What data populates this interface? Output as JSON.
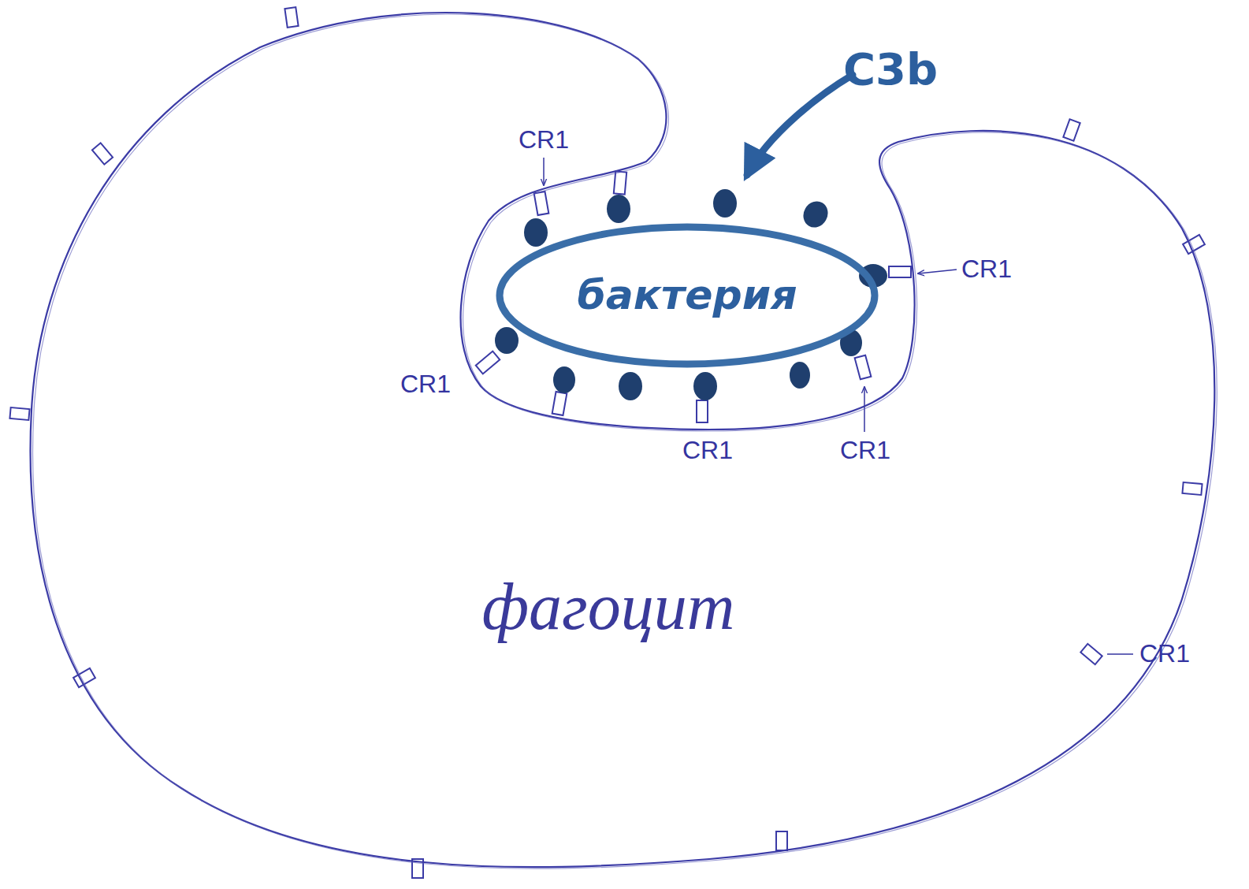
{
  "diagram": {
    "nodes": [
      {
        "text": [
          "фагоцит"
        ]
      },
      {
        "text": [
          "бактерия"
        ]
      }
    ],
    "labels": [
      "C3b",
      "CR1",
      "CR1",
      "CR1",
      "CR1",
      "CR1",
      "CR1"
    ]
  }
}
